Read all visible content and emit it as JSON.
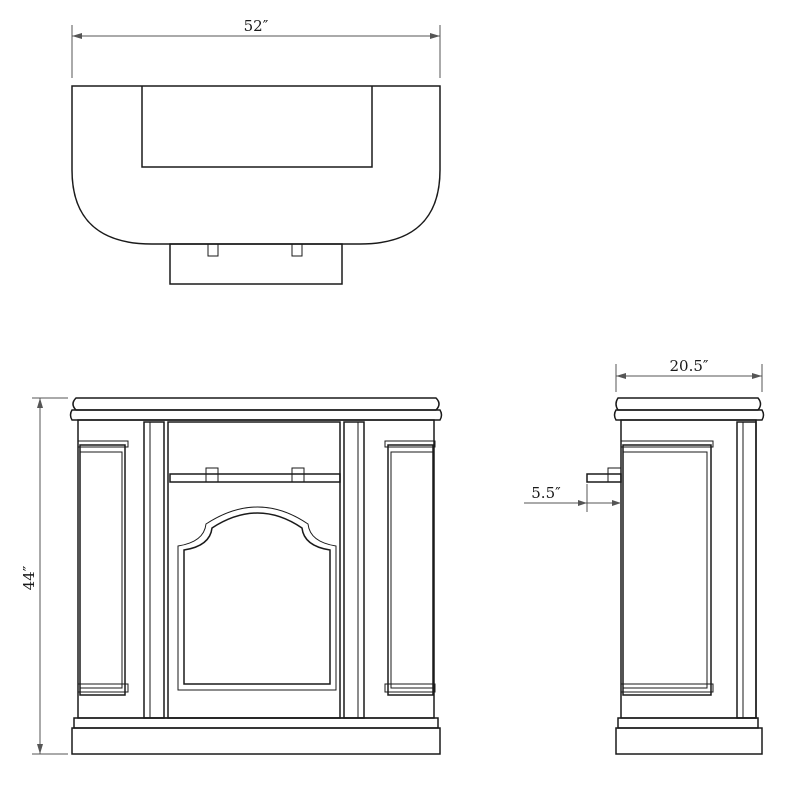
{
  "dimensions": {
    "width": "52″",
    "height": "44″",
    "depth": "20.5″",
    "faucet_reach": "5.5″"
  }
}
